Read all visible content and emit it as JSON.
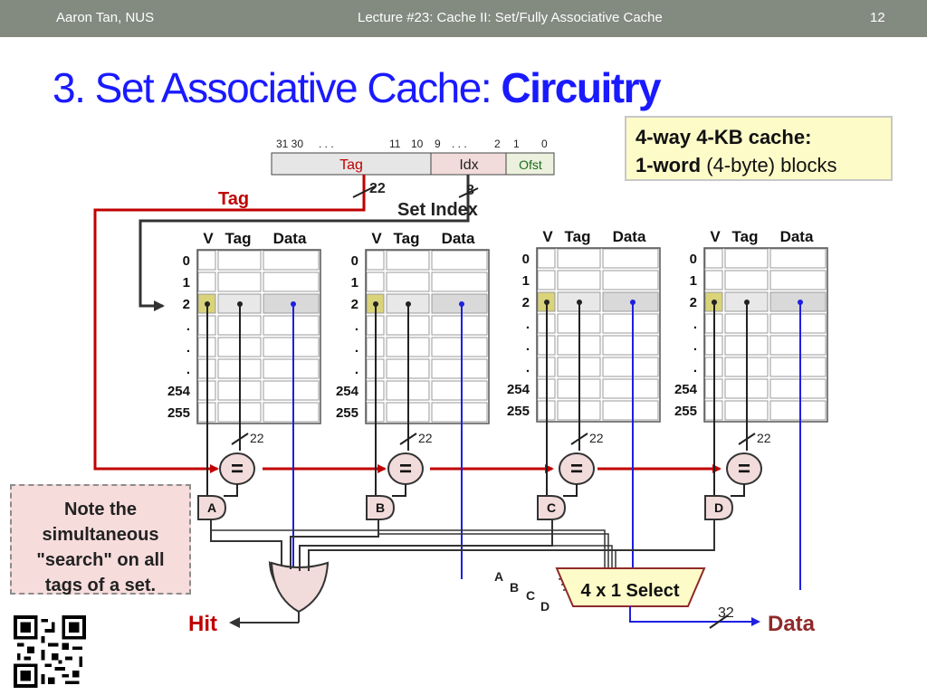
{
  "header": {
    "author": "Aaron Tan, NUS",
    "lecture": "Lecture #23: Cache II: Set/Fully Associative Cache",
    "page": "12"
  },
  "title": {
    "main": "3. Set Associative Cache: ",
    "bold": "Circuitry"
  },
  "info": {
    "line1": "4-way 4-KB cache:",
    "line2_bold": "1-word",
    "line2_rest": " (4-byte) blocks"
  },
  "address": {
    "bit_labels": [
      "31 30",
      ". . .",
      "11",
      "10",
      "9",
      ". . .",
      "2",
      "1",
      "0"
    ],
    "fields": {
      "tag": "Tag",
      "idx": "Idx",
      "ofst": "Ofst"
    },
    "tag_width": "22",
    "idx_width": "8"
  },
  "labels": {
    "tag_wire": "Tag",
    "set_index": "Set Index",
    "hit": "Hit",
    "data_out": "Data",
    "data_width": "32",
    "select": "4 x 1 Select",
    "select_inputs": [
      "A",
      "B",
      "C",
      "D"
    ],
    "comparator": "="
  },
  "ways": [
    {
      "gate": "A",
      "col_headers": [
        "V",
        "Tag",
        "Data"
      ],
      "rows": [
        "0",
        "1",
        "2",
        ".",
        ".",
        ".",
        "254",
        "255"
      ],
      "tag_bits": "22"
    },
    {
      "gate": "B",
      "col_headers": [
        "V",
        "Tag",
        "Data"
      ],
      "rows": [
        "0",
        "1",
        "2",
        ".",
        ".",
        ".",
        "254",
        "255"
      ],
      "tag_bits": "22"
    },
    {
      "gate": "C",
      "col_headers": [
        "V",
        "Tag",
        "Data"
      ],
      "rows": [
        "0",
        "1",
        "2",
        ".",
        ".",
        ".",
        "254",
        "255"
      ],
      "tag_bits": "22"
    },
    {
      "gate": "D",
      "col_headers": [
        "V",
        "Tag",
        "Data"
      ],
      "rows": [
        "0",
        "1",
        "2",
        ".",
        ".",
        ".",
        "254",
        "255"
      ],
      "tag_bits": "22"
    }
  ],
  "note": {
    "lines": [
      "Note the",
      "simultaneous",
      "\"search\" on all",
      "tags of a set."
    ]
  },
  "colors": {
    "tag_wire": "#c00000",
    "data_wire": "#1f1fe0",
    "valid_cell": "#d9d37a",
    "selected_row": "#d9d9d9",
    "select_box": "#fdfbc8",
    "title": "#1a1aff"
  }
}
